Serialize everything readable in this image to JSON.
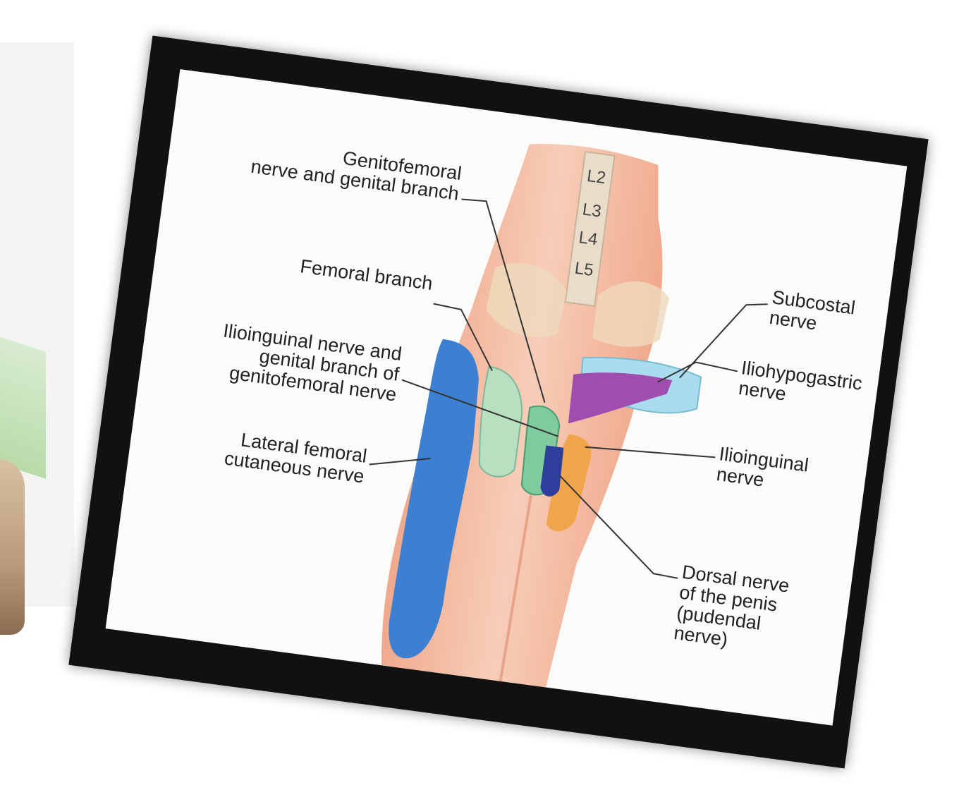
{
  "diagram": {
    "vertebrae": [
      "L2",
      "L3",
      "L4",
      "L5"
    ],
    "labels": {
      "genitofemoral": "Genitofemoral\nnerve and genital branch",
      "femoral_branch": "Femoral branch",
      "ilioinguinal_genital": "Ilioinguinal nerve and\ngenital branch of\ngenitofemoral nerve",
      "lateral_femoral": "Lateral femoral\ncutaneous nerve",
      "subcostal": "Subcostal\nnerve",
      "iliohypogastric": "Iliohypogastric\nnerve",
      "ilioinguinal": "Ilioinguinal\nnerve",
      "dorsal_nerve": "Dorsal nerve\nof the penis\n(pudendal\nnerve)"
    },
    "colors": {
      "skin": "#f2b9a0",
      "lateral_femoral": "#3d7fd0",
      "genitofemoral": "#b8e0c0",
      "subcostal": "#a9dcee",
      "iliohypogastric": "#a04db0",
      "ilioinguinal": "#f0a54a",
      "dorsal_nerve": "#2d3f9a",
      "frame": "#111111"
    }
  }
}
